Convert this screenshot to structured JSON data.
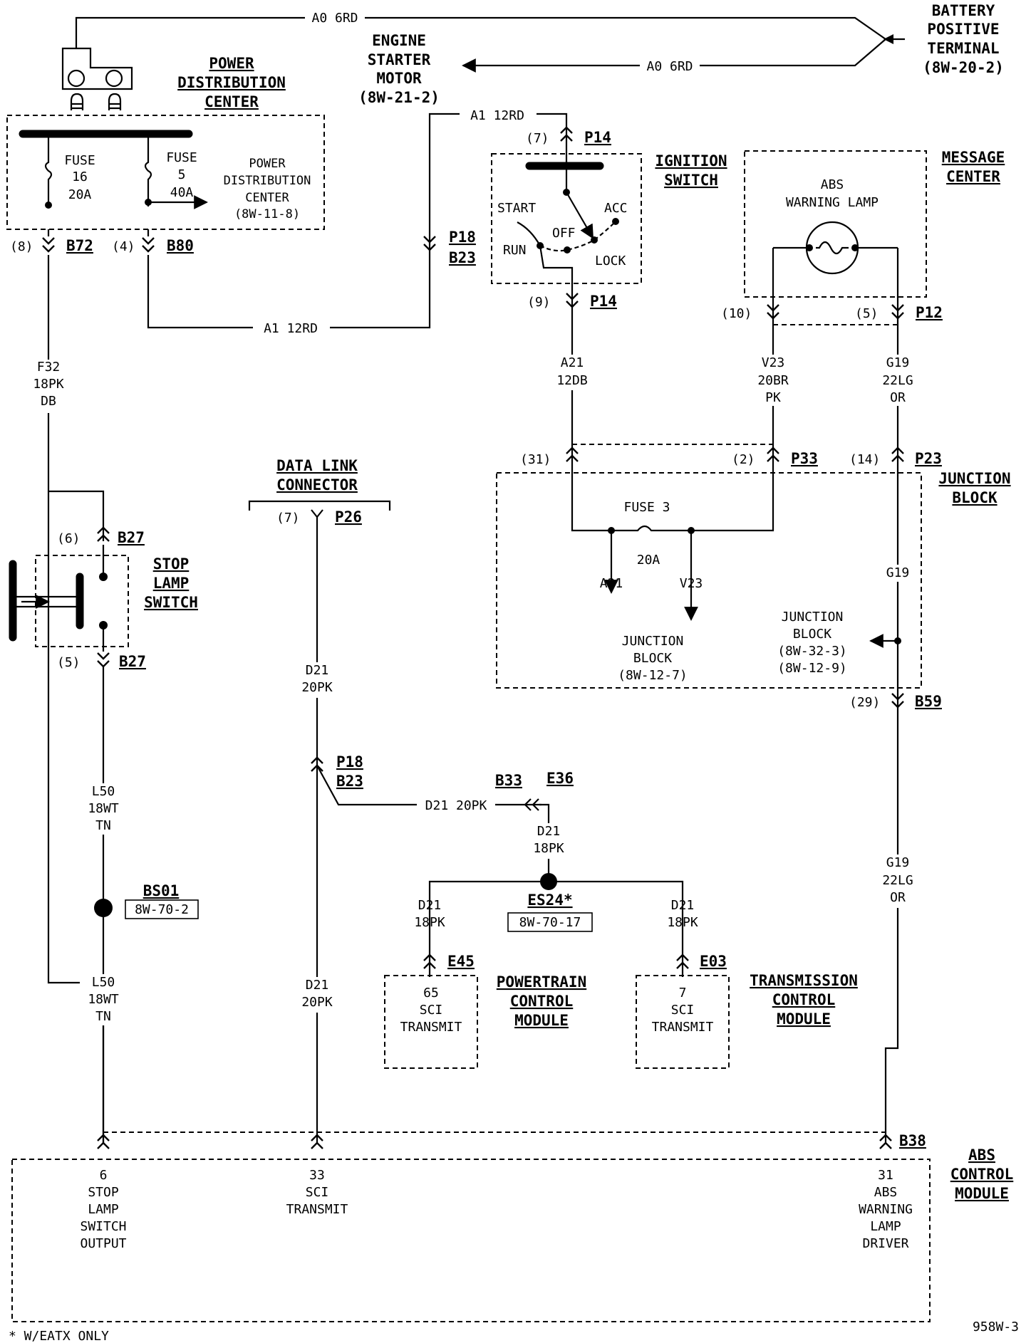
{
  "components": {
    "power_distribution_center": {
      "title": [
        "POWER",
        "DISTRIBUTION",
        "CENTER"
      ]
    },
    "battery": {
      "title": [
        "BATTERY",
        "POSITIVE",
        "TERMINAL"
      ],
      "ref": "(8W-20-2)"
    },
    "starter": {
      "title": [
        "ENGINE",
        "STARTER",
        "MOTOR"
      ],
      "ref": "(8W-21-2)"
    },
    "ignition_switch": {
      "title": [
        "IGNITION",
        "SWITCH"
      ],
      "positions": {
        "start": "START",
        "run": "RUN",
        "off": "OFF",
        "acc": "ACC",
        "lock": "LOCK"
      }
    },
    "message_center": {
      "title": [
        "MESSAGE",
        "CENTER"
      ],
      "lamp": [
        "ABS",
        "WARNING LAMP"
      ]
    },
    "junction_block": {
      "title": [
        "JUNCTION",
        "BLOCK"
      ],
      "fuse": "FUSE 3",
      "fuse_rating": "20A",
      "ref_left": [
        "JUNCTION",
        "BLOCK",
        "(8W-12-7)"
      ],
      "ref_right": [
        "JUNCTION",
        "BLOCK",
        "(8W-32-3)",
        "(8W-12-9)"
      ]
    },
    "stop_lamp_switch": {
      "title": [
        "STOP",
        "LAMP",
        "SWITCH"
      ]
    },
    "data_link_connector": {
      "title": [
        "DATA LINK",
        "CONNECTOR"
      ]
    },
    "pcm": {
      "title": [
        "POWERTRAIN",
        "CONTROL",
        "MODULE"
      ],
      "pin": [
        "65",
        "SCI",
        "TRANSMIT"
      ]
    },
    "tcm": {
      "title": [
        "TRANSMISSION",
        "CONTROL",
        "MODULE"
      ],
      "pin": [
        "7",
        "SCI",
        "TRANSMIT"
      ]
    },
    "abs_module": {
      "title": [
        "ABS",
        "CONTROL",
        "MODULE"
      ],
      "pins": [
        [
          "6",
          "STOP",
          "LAMP",
          "SWITCH",
          "OUTPUT"
        ],
        [
          "33",
          "SCI",
          "TRANSMIT"
        ],
        [
          "31",
          "ABS",
          "WARNING",
          "LAMP",
          "DRIVER"
        ]
      ]
    }
  },
  "fuses": {
    "f16": [
      "FUSE",
      "16",
      "20A"
    ],
    "f5": [
      "FUSE",
      "5",
      "40A"
    ],
    "pdc_ref": [
      "POWER",
      "DISTRIBUTION",
      "CENTER",
      "(8W-11-8)"
    ]
  },
  "wires": {
    "a0_top": "A0 6RD",
    "a0_starter": "A0 6RD",
    "a1_top": "A1 12RD",
    "a1_bottom": "A1 12RD",
    "f32": [
      "F32",
      "18PK",
      "DB"
    ],
    "a21": [
      "A21",
      "12DB"
    ],
    "v23": [
      "V23",
      "20BR",
      "PK"
    ],
    "g19_top": [
      "G19",
      "22LG",
      "OR"
    ],
    "a21_jb": "A21",
    "v23_jb": "V23",
    "g19_jb": "G19",
    "l50_top": [
      "L50",
      "18WT",
      "TN"
    ],
    "l50_bottom": [
      "L50",
      "18WT",
      "TN"
    ],
    "d21_dlc": [
      "D21",
      "20PK"
    ],
    "d21_bottom": [
      "D21",
      "20PK"
    ],
    "d21_horiz": "D21 20PK",
    "d21_e36": [
      "D21",
      "18PK"
    ],
    "d21_pcm": [
      "D21",
      "18PK"
    ],
    "d21_tcm": [
      "D21",
      "18PK"
    ],
    "g19_bottom": [
      "G19",
      "22LG",
      "OR"
    ]
  },
  "connectors": {
    "b72": {
      "pin": "(8)",
      "name": "B72"
    },
    "b80": {
      "pin": "(4)",
      "name": "B80"
    },
    "p18_top": {
      "name": "P18",
      "name2": "B23"
    },
    "p14_top": {
      "pin": "(7)",
      "name": "P14"
    },
    "p14_bottom": {
      "pin": "(9)",
      "name": "P14"
    },
    "p12_left": {
      "pin": "(10)"
    },
    "p12": {
      "pin": "(5)",
      "name": "P12"
    },
    "p33_left": {
      "pin": "(31)"
    },
    "p33": {
      "pin": "(2)",
      "name": "P33"
    },
    "p23": {
      "pin": "(14)",
      "name": "P23"
    },
    "b27_top": {
      "pin": "(6)",
      "name": "B27"
    },
    "b27_bottom": {
      "pin": "(5)",
      "name": "B27"
    },
    "p26": {
      "pin": "(7)",
      "name": "P26"
    },
    "b59": {
      "pin": "(29)",
      "name": "B59"
    },
    "p18_mid": {
      "name": "P18",
      "name2": "B23"
    },
    "b33": {
      "name": "B33"
    },
    "e36": {
      "name": "E36"
    },
    "e45": {
      "name": "E45"
    },
    "e03": {
      "name": "E03"
    },
    "b38": {
      "name": "B38"
    }
  },
  "splices": {
    "bs01": {
      "name": "BS01",
      "ref": "8W-70-2"
    },
    "es24": {
      "name": "ES24*",
      "ref": "8W-70-17"
    }
  },
  "page_code": "958W-3",
  "footnote": "* W/EATX ONLY"
}
